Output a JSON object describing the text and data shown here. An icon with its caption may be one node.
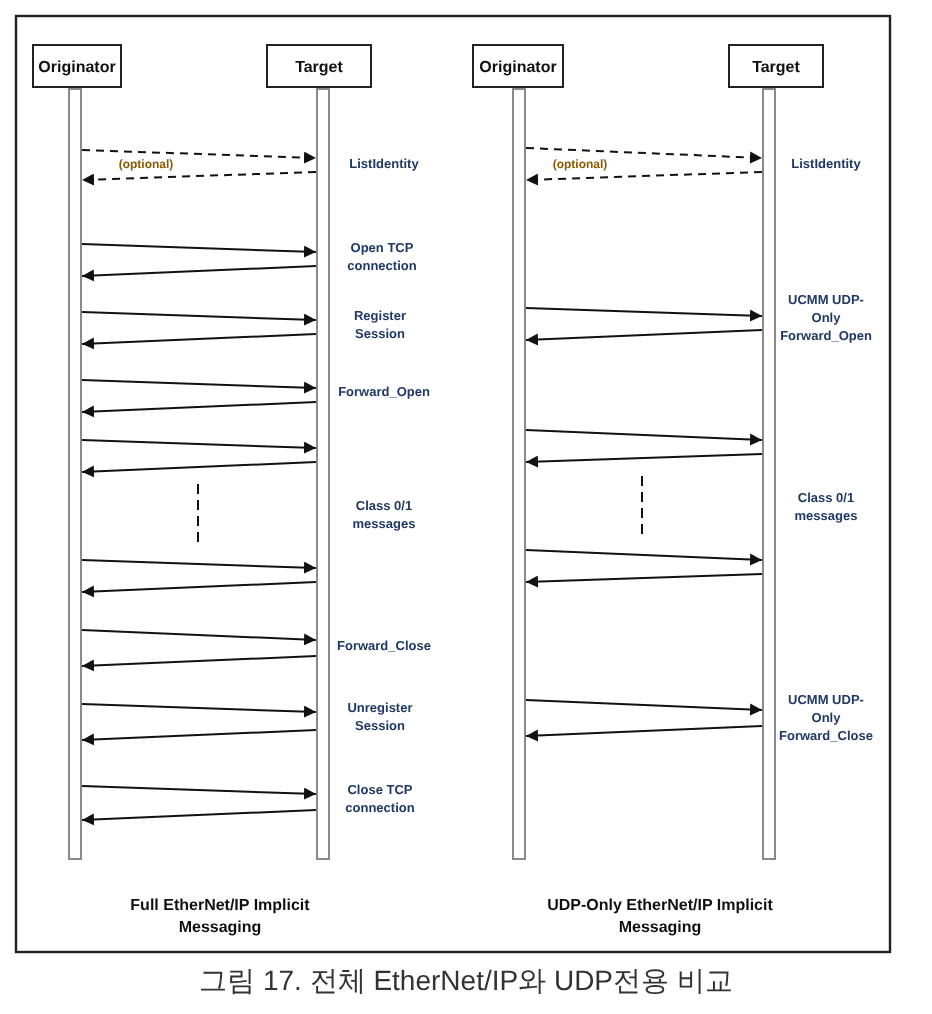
{
  "diagram": {
    "caption": "그림 17. 전체 EtherNet/IP와 UDP전용 비교",
    "nodes": [
      {
        "text": [
          "Originator"
        ]
      },
      {
        "text": [
          "Target"
        ]
      },
      {
        "text": [
          "Originator"
        ]
      },
      {
        "text": [
          "Target"
        ]
      },
      {
        "text": [],
        "shape": "bar"
      },
      {
        "text": [],
        "shape": "bar"
      },
      {
        "text": [],
        "shape": "bar"
      },
      {
        "text": [],
        "shape": "bar"
      }
    ],
    "edges": [
      {
        "from": 4,
        "to": 5,
        "arrow": "to",
        "style": "dashed"
      },
      {
        "from": 5,
        "to": 4,
        "arrow": "to",
        "style": "dashed"
      },
      {
        "from": 4,
        "to": 5,
        "arrow": "to"
      },
      {
        "from": 5,
        "to": 4,
        "arrow": "to"
      },
      {
        "from": 4,
        "to": 5,
        "arrow": "to"
      },
      {
        "from": 5,
        "to": 4,
        "arrow": "to"
      },
      {
        "from": 4,
        "to": 5,
        "arrow": "to"
      },
      {
        "from": 5,
        "to": 4,
        "arrow": "to"
      },
      {
        "from": 4,
        "to": 5,
        "arrow": "to"
      },
      {
        "from": 5,
        "to": 4,
        "arrow": "to"
      },
      {
        "from": 4,
        "to": 5,
        "arrow": "to"
      },
      {
        "from": 5,
        "to": 4,
        "arrow": "to"
      },
      {
        "from": 4,
        "to": 5,
        "arrow": "to"
      },
      {
        "from": 5,
        "to": 4,
        "arrow": "to"
      },
      {
        "from": 4,
        "to": 5,
        "arrow": "to"
      },
      {
        "from": 5,
        "to": 4,
        "arrow": "to"
      },
      {
        "from": 4,
        "to": 5,
        "arrow": "to"
      },
      {
        "from": 5,
        "to": 4,
        "arrow": "to"
      },
      {
        "from": 6,
        "to": 7,
        "arrow": "to",
        "style": "dashed"
      },
      {
        "from": 7,
        "to": 6,
        "arrow": "to",
        "style": "dashed"
      },
      {
        "from": 6,
        "to": 7,
        "arrow": "to"
      },
      {
        "from": 7,
        "to": 6,
        "arrow": "to"
      },
      {
        "from": 6,
        "to": 7,
        "arrow": "to"
      },
      {
        "from": 7,
        "to": 6,
        "arrow": "to"
      },
      {
        "from": 6,
        "to": 7,
        "arrow": "to"
      },
      {
        "from": 7,
        "to": 6,
        "arrow": "to"
      },
      {
        "from": 6,
        "to": 7,
        "arrow": "to"
      },
      {
        "from": 7,
        "to": 6,
        "arrow": "to"
      }
    ],
    "labels": [
      "(optional)",
      "ListIdentity",
      "Open TCP connection",
      "Register Session",
      "Forward_Open",
      "Class 0/1 messages",
      "Forward_Close",
      "Unregister Session",
      "Close TCP connection",
      "Full EtherNet/IP Implicit Messaging",
      "(optional)",
      "ListIdentity",
      "UCMM UDP-Only Forward_Open",
      "Class 0/1 messages",
      "UCMM UDP-Only Forward_Close",
      "UDP-Only EtherNet/IP Implicit Messaging"
    ]
  }
}
